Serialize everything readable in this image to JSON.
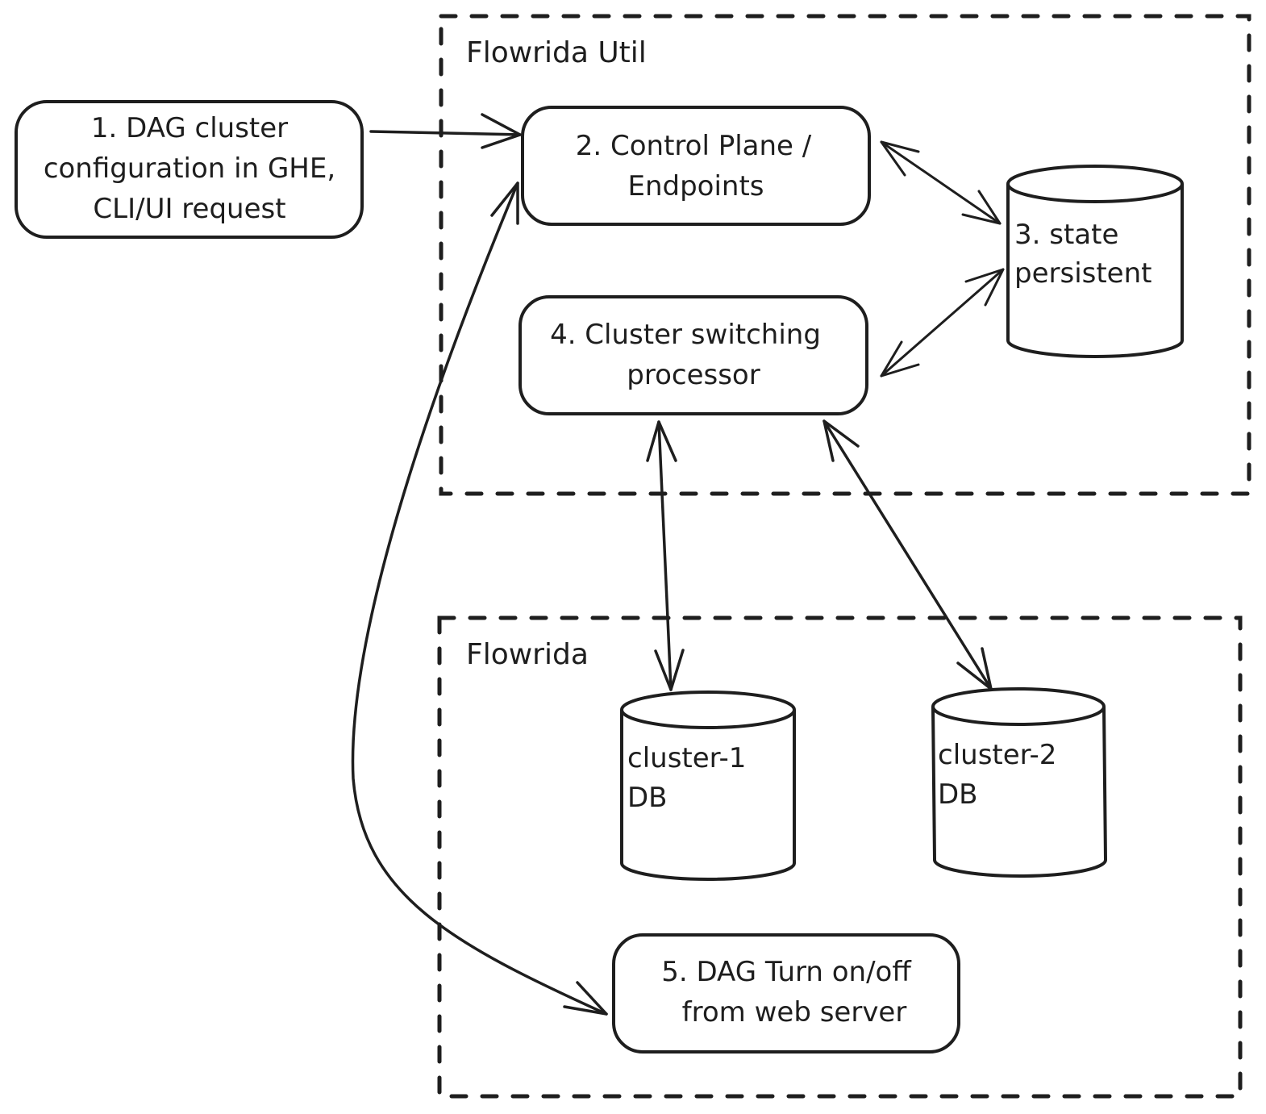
{
  "groups": {
    "util": {
      "label": "Flowrida Util"
    },
    "flowrida": {
      "label": "Flowrida"
    }
  },
  "nodes": {
    "n1": {
      "shape": "rounded-rect",
      "lines": [
        "1. DAG cluster",
        "configuration in GHE,",
        "CLI/UI request"
      ]
    },
    "n2": {
      "shape": "rounded-rect",
      "lines": [
        "2. Control Plane /",
        "Endpoints"
      ]
    },
    "n3": {
      "shape": "cylinder",
      "lines": [
        "3. state",
        "persistent"
      ]
    },
    "n4": {
      "shape": "rounded-rect",
      "lines": [
        "4. Cluster switching",
        "processor"
      ]
    },
    "c1": {
      "shape": "cylinder",
      "lines": [
        "cluster-1",
        "DB"
      ]
    },
    "c2": {
      "shape": "cylinder",
      "lines": [
        "cluster-2",
        "DB"
      ]
    },
    "n5": {
      "shape": "rounded-rect",
      "lines": [
        "5. DAG Turn on/off",
        "from web server"
      ]
    }
  },
  "edges": [
    {
      "from": "1. DAG cluster configuration",
      "to": "2. Control Plane / Endpoints",
      "direction": "one-way"
    },
    {
      "from": "2. Control Plane / Endpoints",
      "to": "3. state persistent",
      "direction": "bidirectional"
    },
    {
      "from": "4. Cluster switching processor",
      "to": "3. state persistent",
      "direction": "bidirectional"
    },
    {
      "from": "4. Cluster switching processor",
      "to": "cluster-1 DB",
      "direction": "bidirectional"
    },
    {
      "from": "4. Cluster switching processor",
      "to": "cluster-2 DB",
      "direction": "bidirectional"
    },
    {
      "from": "2. Control Plane / Endpoints",
      "to": "5. DAG Turn on/off from web server",
      "direction": "bidirectional"
    }
  ],
  "colors": {
    "stroke": "#1e1e1e",
    "background": "#ffffff"
  }
}
